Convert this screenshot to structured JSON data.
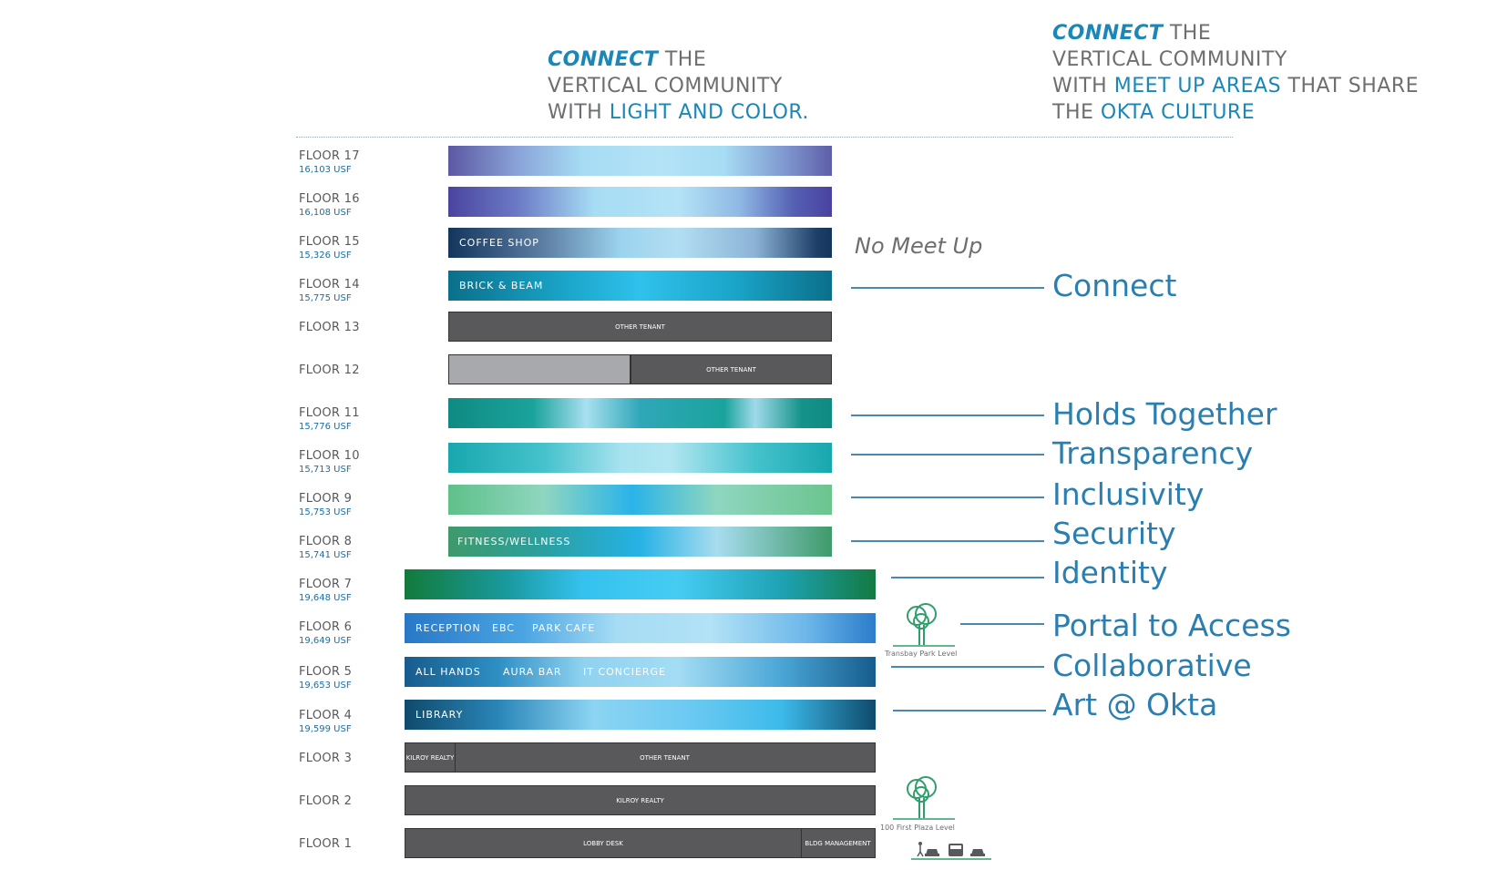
{
  "header_left": {
    "line1_bold": "CONNECT",
    "line1_rest": " THE",
    "line2": "VERTICAL COMMUNITY",
    "line3_plain": "WITH ",
    "line3_accent": "LIGHT AND COLOR."
  },
  "header_right": {
    "line1_bold": "CONNECT",
    "line1_rest": " THE",
    "line2": "VERTICAL COMMUNITY",
    "line3_plain": "WITH ",
    "line3_accent": "MEET UP AREAS",
    "line3_rest": " THAT SHARE",
    "line4_plain": "THE ",
    "line4_accent": "OKTA CULTURE"
  },
  "floors": [
    {
      "name": "FLOOR 17",
      "area": "16,103 USF"
    },
    {
      "name": "FLOOR 16",
      "area": "16,108 USF"
    },
    {
      "name": "FLOOR 15",
      "area": "15,326 USF"
    },
    {
      "name": "FLOOR 14",
      "area": "15,775 USF"
    },
    {
      "name": "FLOOR 13",
      "area": ""
    },
    {
      "name": "FLOOR 12",
      "area": ""
    },
    {
      "name": "FLOOR 11",
      "area": "15,776 USF"
    },
    {
      "name": "FLOOR 10",
      "area": "15,713 USF"
    },
    {
      "name": "FLOOR 9",
      "area": "15,753 USF"
    },
    {
      "name": "FLOOR 8",
      "area": "15,741 USF"
    },
    {
      "name": "FLOOR 7",
      "area": "19,648 USF"
    },
    {
      "name": "FLOOR 6",
      "area": "19,649 USF"
    },
    {
      "name": "FLOOR 5",
      "area": "19,653 USF"
    },
    {
      "name": "FLOOR 4",
      "area": "19,599 USF"
    },
    {
      "name": "FLOOR 3",
      "area": ""
    },
    {
      "name": "FLOOR 2",
      "area": ""
    },
    {
      "name": "FLOOR 1",
      "area": ""
    }
  ],
  "bar_labels": {
    "f15": "COFFEE SHOP",
    "f14": "BRICK & BEAM",
    "f13": "OTHER TENANT",
    "f12": "OTHER TENANT",
    "f8": "FITNESS/WELLNESS",
    "f6": [
      "RECEPTION",
      "EBC",
      "PARK CAFE"
    ],
    "f5": [
      "ALL HANDS",
      "AURA BAR",
      "IT CONCIERGE"
    ],
    "f4": "LIBRARY",
    "f3": [
      "KILROY REALTY",
      "OTHER TENANT"
    ],
    "f2": "KILROY REALTY",
    "f1": [
      "LOBBY DESK",
      "BLDG MANAGEMENT"
    ]
  },
  "no_meet_up": "No Meet Up",
  "keywords": [
    "Connect",
    "Holds Together",
    "Transparency",
    "Inclusivity",
    "Security",
    "Identity",
    "Portal to Access",
    "Collaborative",
    "Art @ Okta"
  ],
  "park_labels": {
    "transbay": "Transbay Park Level",
    "first_plaza": "100 First Plaza Level"
  },
  "colors": {
    "accent": "#1a87b8",
    "text_gray": "#6d6e71",
    "tenant_gray": "#59595b",
    "connector": "#4a87b3",
    "tree_green": "#2e9f6a"
  }
}
